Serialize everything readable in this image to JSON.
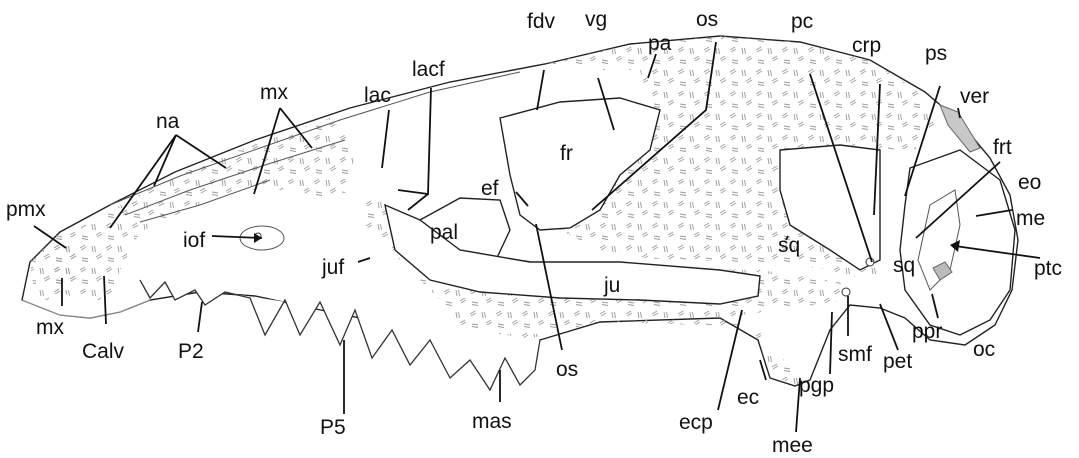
{
  "labels": {
    "fdv": "fdv",
    "vg": "vg",
    "pa": "pa",
    "os_top": "os",
    "pc": "pc",
    "crp": "crp",
    "ps": "ps",
    "ver": "ver",
    "frt": "frt",
    "eo": "eo",
    "me": "me",
    "ptc": "ptc",
    "oc": "oc",
    "ppr": "ppr",
    "pet": "pet",
    "smf": "smf",
    "pgp": "pgp",
    "mee": "mee",
    "ec": "ec",
    "ecp": "ecp",
    "mas": "mas",
    "os_bottom": "os",
    "P5": "P5",
    "P2": "P2",
    "Calv": "Calv",
    "mx_bottom": "mx",
    "pmx": "pmx",
    "na": "na",
    "mx_top": "mx",
    "lac": "lac",
    "lacf": "lacf",
    "fr": "fr",
    "ef": "ef",
    "pal": "pal",
    "iof": "iof",
    "juf": "juf",
    "ju": "ju",
    "sq_left": "sq",
    "sq_right": "sq"
  },
  "colors": {
    "line": "#111111",
    "hatch": "#9a9a9a",
    "vertebra_fill": "#c8c8c8",
    "paper": "#ffffff"
  }
}
